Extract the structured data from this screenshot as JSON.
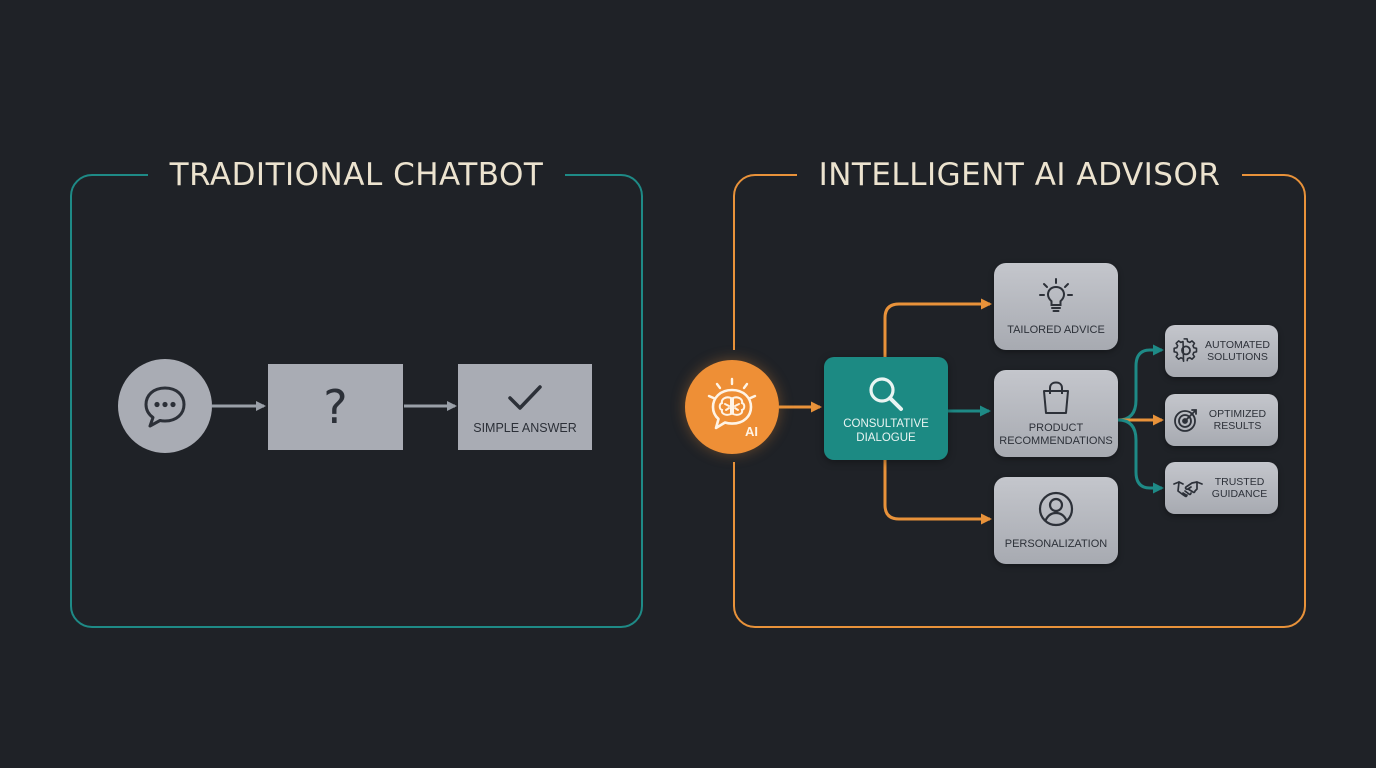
{
  "colors": {
    "background": "#1f2227",
    "teal": "#1e8a86",
    "orange": "#e8923a",
    "card_gray": "#a9acb4",
    "title_text": "#ece3cf"
  },
  "left": {
    "title": "TRADITIONAL CHATBOT",
    "chat_icon": "chat-bubble-icon",
    "question_box": {
      "icon": "question-mark-icon",
      "symbol": "?"
    },
    "answer_box": {
      "icon": "checkmark-icon",
      "label": "SIMPLE ANSWER"
    }
  },
  "right": {
    "title": "INTELLIGENT AI ADVISOR",
    "ai_node": {
      "icon": "brain-lightbulb-icon",
      "label": "AI"
    },
    "dialogue": {
      "icon": "search-icon",
      "line1": "CONSULTATIVE",
      "line2": "DIALOGUE"
    },
    "cards": [
      {
        "icon": "lightbulb-icon",
        "line1": "TAILORED ADVICE",
        "line2": ""
      },
      {
        "icon": "shopping-bag-icon",
        "line1": "PRODUCT",
        "line2": "RECOMMENDATIONS"
      },
      {
        "icon": "user-icon",
        "line1": "PERSONALIZATION",
        "line2": ""
      }
    ],
    "outcomes": [
      {
        "icon": "gear-icon",
        "line1": "AUTOMATED",
        "line2": "SOLUTIONS"
      },
      {
        "icon": "target-icon",
        "line1": "OPTIMIZED",
        "line2": "RESULTS"
      },
      {
        "icon": "handshake-icon",
        "line1": "TRUSTED",
        "line2": "GUIDANCE"
      }
    ]
  }
}
